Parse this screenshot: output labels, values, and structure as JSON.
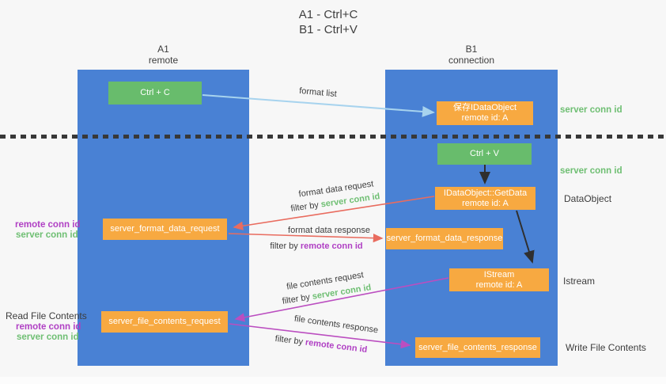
{
  "title": {
    "line1": "A1 - Ctrl+C",
    "line2": "B1 - Ctrl+V"
  },
  "lanes": {
    "left": {
      "name": "A1",
      "role": "remote"
    },
    "right": {
      "name": "B1",
      "role": "connection"
    }
  },
  "nodes": {
    "ctrl_c": {
      "label": "Ctrl + C"
    },
    "ctrl_v": {
      "label": "Ctrl + V"
    },
    "save_dataobject": {
      "line1": "保存IDataObject",
      "line2": "remote id: A"
    },
    "getdata": {
      "line1": "IDataObject::GetData",
      "line2": "remote id: A"
    },
    "istream": {
      "line1": "IStream",
      "line2": "remote id: A"
    },
    "server_format_data_request": {
      "label": "server_format_data_request"
    },
    "server_format_data_response": {
      "label": "server_format_data_response"
    },
    "server_file_contents_request": {
      "label": "server_file_contents_request"
    },
    "server_file_contents_response": {
      "label": "server_file_contents_response"
    }
  },
  "edges": {
    "format_list": "format list",
    "format_data_request": "format data request",
    "format_data_response": "format data response",
    "file_contents_request": "file contents request",
    "file_contents_response": "file contents response",
    "filter_by": "filter by",
    "server_conn_id": "server conn id",
    "remote_conn_id": "remote conn id"
  },
  "annotations": {
    "right_server_conn_id_top": "server conn id",
    "right_server_conn_id_mid": "server conn id",
    "right_dataobject": "DataObject",
    "right_istream": "Istream",
    "right_write_file_contents": "Write File Contents",
    "left_remote_conn_id": "remote conn id",
    "left_server_conn_id": "server conn id",
    "left_read_file_contents": "Read File Contents"
  },
  "colors": {
    "lane_blue": "#4981d4",
    "node_green": "#68bc6c",
    "node_orange": "#f7a941",
    "arrow_light_blue": "#a7d3ee",
    "arrow_red": "#e96c5f",
    "arrow_magenta": "#bb4ec0",
    "arrow_black": "#2f2f2f",
    "text_green": "#6fbf73",
    "text_purple": "#b040c4",
    "separator": "#383838"
  }
}
